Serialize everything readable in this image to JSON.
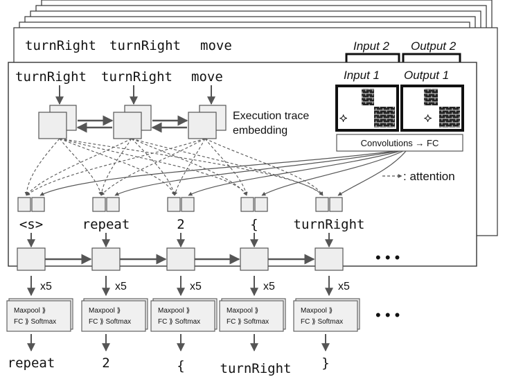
{
  "back_panel": {
    "tokens": [
      "turnRight",
      "turnRight",
      "move"
    ],
    "input_label": "Input 2",
    "output_label": "Output 2"
  },
  "trace": {
    "tokens": [
      "turnRight",
      "turnRight",
      "move"
    ],
    "embedding_label_line1": "Execution trace",
    "embedding_label_line2": "embedding"
  },
  "io": {
    "input_label": "Input 1",
    "output_label": "Output 1",
    "encoder_label": "Convolutions → FC"
  },
  "legend": {
    "attention_label": ": attention"
  },
  "decoder": {
    "input_tokens": [
      "<s>",
      "repeat",
      "2",
      "{",
      "turnRight"
    ],
    "ellipsis": "• • •"
  },
  "heads": {
    "multiplier": "x5",
    "line1": "Maxpool ⟫",
    "line2": "FC ⟫ Softmax",
    "ellipsis": "• • •"
  },
  "outputs": [
    "repeat",
    "2",
    "{",
    "turnRight",
    "}"
  ]
}
